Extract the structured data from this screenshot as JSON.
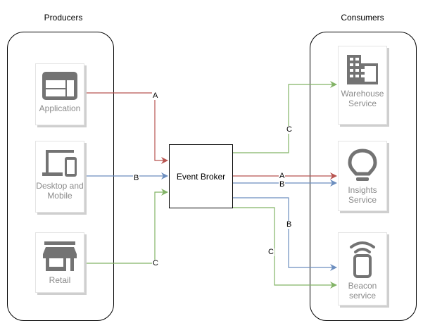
{
  "producers": {
    "title": "Producers",
    "items": [
      {
        "label": "Application",
        "icon": "application-window-icon"
      },
      {
        "label": "Desktop and Mobile",
        "icon": "desktop-mobile-icon"
      },
      {
        "label": "Retail",
        "icon": "storefront-icon"
      }
    ]
  },
  "consumers": {
    "title": "Consumers",
    "items": [
      {
        "label": "Warehouse Service",
        "icon": "building-icon"
      },
      {
        "label": "Insights Service",
        "icon": "lightbulb-icon"
      },
      {
        "label": "Beacon service",
        "icon": "beacon-phone-icon"
      }
    ]
  },
  "broker": {
    "label": "Event Broker"
  },
  "streams": {
    "A": {
      "label": "A",
      "color": "#b85450"
    },
    "B": {
      "label": "B",
      "color": "#6c8ebf"
    },
    "C": {
      "label": "C",
      "color": "#82b366"
    }
  },
  "connections": [
    {
      "from": "Application",
      "to": "Event Broker",
      "stream": "A"
    },
    {
      "from": "Desktop and Mobile",
      "to": "Event Broker",
      "stream": "B"
    },
    {
      "from": "Retail",
      "to": "Event Broker",
      "stream": "C"
    },
    {
      "from": "Event Broker",
      "to": "Warehouse Service",
      "stream": "C"
    },
    {
      "from": "Event Broker",
      "to": "Insights Service",
      "stream": "A"
    },
    {
      "from": "Event Broker",
      "to": "Insights Service",
      "stream": "B"
    },
    {
      "from": "Event Broker",
      "to": "Beacon service",
      "stream": "B"
    },
    {
      "from": "Event Broker",
      "to": "Beacon service",
      "stream": "C"
    }
  ],
  "icon_color": "#737373"
}
